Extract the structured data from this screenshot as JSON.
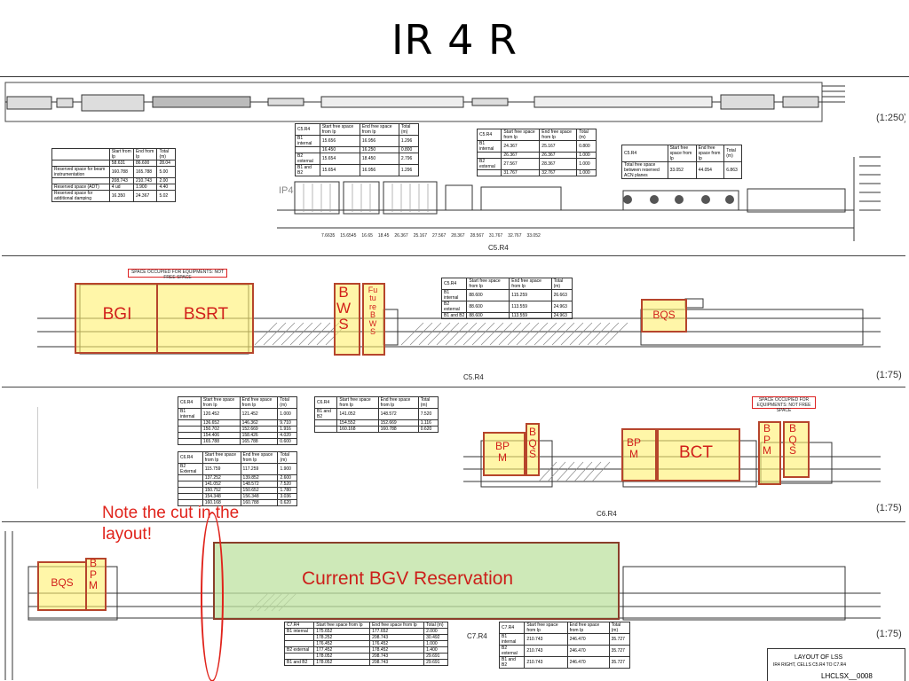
{
  "title": "IR 4 R",
  "scales": [
    "(1:250)",
    "(1:75)",
    "(1:75)",
    "(1:75)"
  ],
  "row1": {
    "label_ip": "IP4",
    "label_cell": "C5.R4",
    "tick_values": [
      "7.6635",
      "15.6545",
      "16.65",
      "18.45",
      "26.367",
      "25.167",
      "27.567",
      "28.367",
      "28.567",
      "31.767",
      "32.767",
      "33.052"
    ]
  },
  "row2": {
    "label_cell": "C5.R4",
    "header_text": "SPACE OCCUPIED FOR EQUIPMENTS: NOT FREE SPACE",
    "highlights": {
      "bgi": "BGI",
      "bsrt": "BSRT",
      "bws": "B W S",
      "future_bws": "Fu tu re B W S",
      "bqs": "BQS"
    }
  },
  "row3": {
    "label_cell": "C6.R4",
    "header_text": "SPACE OCCUPIED FOR EQUIPMENTS: NOT FREE SPACE",
    "highlights": {
      "bpm_1": "BP M",
      "bqs_1": "B Q S",
      "bpm_2": "BP M",
      "bct": "BCT",
      "bpm_3": "B P M",
      "bqs_2": "B Q S"
    },
    "note": "Note the cut in the layout!"
  },
  "row4": {
    "label_cell": "C7.R4",
    "highlights": {
      "bqs": "BQS",
      "bpm": "B P M"
    },
    "reservation": "Current BGV Reservation"
  },
  "title_block": {
    "title_line1": "LAYOUT OF LSS",
    "title_line2": "IR4 RIGHT, CELLS C5.R4 TO C7.R4",
    "code": "LHCLSX__0008"
  },
  "tables": {
    "t1_headers": [
      "C5.R4",
      "Start free space from Ip",
      "End free space from Ip",
      "Total (m)"
    ],
    "t1_rows": [
      [
        "B1 internal",
        "15.656",
        "16.956",
        "1.296"
      ],
      [
        "",
        "16.450",
        "16.250",
        "0.800"
      ],
      [
        "B2 external",
        "15.654",
        "18.450",
        "2.796"
      ],
      [
        "B1 and B2",
        "15.654",
        "16.956",
        "1.296"
      ]
    ],
    "t2_headers": [
      "C5.R4",
      "Start free space from Ip",
      "End free space from Ip",
      "Total (m)"
    ],
    "t2_rows": [
      [
        "B1 internal",
        "24.367",
        "25.167",
        "0.800"
      ],
      [
        "",
        "26.367",
        "26.367",
        "1.000"
      ],
      [
        "B2 external",
        "27.567",
        "28.367",
        "1.000"
      ],
      [
        "",
        "31.767",
        "32.767",
        "1.000"
      ]
    ],
    "t3_headers": [
      "C5.R4",
      "Start free space from Ip",
      "End free space from Ip",
      "Total (m)"
    ],
    "t3_rows": [
      [
        "Total free space between reserved ACN planes",
        "33.052",
        "44.054",
        "6.863"
      ]
    ],
    "t4_headers": [
      "",
      "Start from Ip",
      "End from Ip",
      "Total (m)"
    ],
    "t4_rows": [
      [
        "",
        "58.631",
        "86.600",
        "28.04"
      ],
      [
        "Reserved space for beam instrumentation",
        "160.788",
        "165.788",
        "5.00"
      ],
      [
        "",
        "208.743",
        "210.743",
        "2.00"
      ],
      [
        "Reserved space (ADT)",
        "4 ud",
        "1.900",
        "4.40"
      ],
      [
        "Reserved space for additional damping",
        "16.350",
        "24.367",
        "5.02"
      ]
    ],
    "t5_headers": [
      "C5.R4",
      "Start free space from Ip",
      "End free space from Ip",
      "Total (m)"
    ],
    "t5_rows": [
      [
        "B1 internal",
        "88.600",
        "115.259",
        "26.663"
      ],
      [
        "B2 external",
        "88.600",
        "113.559",
        "24.963"
      ],
      [
        "B1 and B2",
        "88.600",
        "113.559",
        "24.963"
      ]
    ],
    "t6_headers": [
      "C6.R4",
      "Start free space from Ip",
      "End free space from Ip",
      "Total (m)"
    ],
    "t6_rows": [
      [
        "B1 internal",
        "120.452",
        "121.452",
        "1.000"
      ],
      [
        "",
        "136.652",
        "146.362",
        "9.710"
      ],
      [
        "",
        "150.702",
        "152.669",
        "1.916"
      ],
      [
        "",
        "154.406",
        "158.426",
        "4.020"
      ],
      [
        "",
        "165.788",
        "165.788",
        "0.600"
      ]
    ],
    "t7_headers": [
      "C6.R4",
      "Start free space from Ip",
      "End free space from Ip",
      "Total (m)"
    ],
    "t7_rows": [
      [
        "B1 and B2",
        "141.052",
        "148.572",
        "7.520"
      ],
      [
        "",
        "154.552",
        "152.669",
        "1.116"
      ],
      [
        "",
        "160.168",
        "160.788",
        "0.620"
      ]
    ],
    "t8_headers": [
      "C6.R4",
      "Start free space from Ip",
      "End free space from Ip",
      "Total (m)"
    ],
    "t8_rows": [
      [
        "B2 External",
        "115.759",
        "117.259",
        "1.900"
      ],
      [
        "",
        "137.252",
        "139.852",
        "2.600"
      ],
      [
        "",
        "141.052",
        "148.572",
        "7.520"
      ],
      [
        "",
        "150.752",
        "150.652",
        "1.780"
      ],
      [
        "",
        "154.348",
        "156.348",
        "3.036"
      ],
      [
        "",
        "160.168",
        "160.788",
        "0.620"
      ]
    ],
    "t9_headers": [
      "C7.R4",
      "Start free space from Ip",
      "End free space from Ip",
      "Total (m)"
    ],
    "t9_rows": [
      [
        "B1 internal",
        "175.652",
        "177.652",
        "2.000"
      ],
      [
        "",
        "178.252",
        "208.743",
        "30.492"
      ],
      [
        "",
        "176.452",
        "176.452",
        "1.000"
      ],
      [
        "B2 external",
        "177.452",
        "178.452",
        "1.400"
      ],
      [
        "",
        "178.052",
        "208.743",
        "29.691"
      ],
      [
        "B1 and B2",
        "178.052",
        "208.743",
        "29.691"
      ]
    ],
    "t10_headers": [
      "C7.R4",
      "Start free space from Ip",
      "End free space from Ip",
      "Total (m)"
    ],
    "t10_rows": [
      [
        "B1 internal",
        "210.743",
        "246.470",
        "35.727"
      ],
      [
        "B2 external",
        "210.743",
        "246.470",
        "35.727"
      ],
      [
        "B1 and B2",
        "210.743",
        "246.470",
        "35.727"
      ]
    ]
  },
  "colors": {
    "highlight_fill": "#fff06e",
    "highlight_border": "#b6452c",
    "label_red": "#d1201b",
    "reservation_fill": "#bee1a0"
  }
}
